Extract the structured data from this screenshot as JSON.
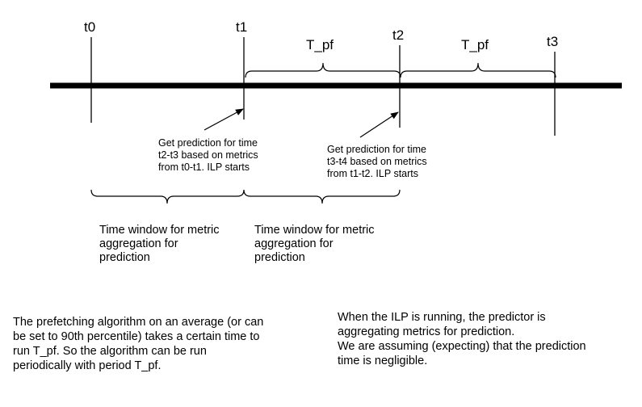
{
  "time_labels": [
    "t0",
    "t1",
    "t2",
    "t3"
  ],
  "period_labels": [
    "T_pf",
    "T_pf"
  ],
  "notes": [
    [
      "Get prediction for time",
      "t2-t3 based on metrics",
      "from t0-t1. ILP starts"
    ],
    [
      "Get prediction for time",
      "t3-t4 based on metrics",
      "from t1-t2. ILP starts"
    ]
  ],
  "window_labels": [
    [
      "Time window for metric",
      "aggregation for",
      "prediction"
    ],
    [
      "Time window for metric",
      "aggregation for",
      "prediction"
    ]
  ],
  "footer_left": [
    "The prefetching algorithm on an average (or can",
    "be set to 90th percentile) takes a certain time to",
    "run T_pf. So the algorithm can be run",
    "periodically with period T_pf."
  ],
  "footer_right": [
    "When the ILP is running, the predictor is",
    "aggregating metrics for prediction.",
    "We are assuming (expecting) that the prediction",
    "time is negligible."
  ]
}
